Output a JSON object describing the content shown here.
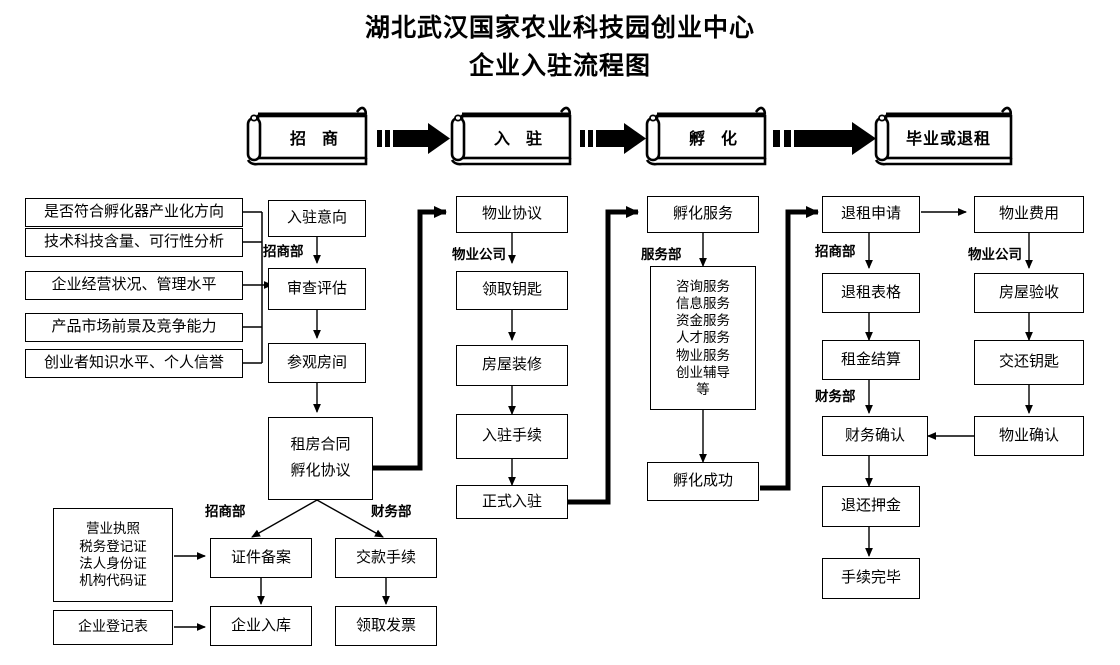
{
  "title": {
    "line1": "湖北武汉国家农业科技园创业中心",
    "line2": "企业入驻流程图"
  },
  "banners": [
    {
      "label": "招  商",
      "name": "banner-recruitment"
    },
    {
      "label": "入  驻",
      "name": "banner-settle-in"
    },
    {
      "label": "孵  化",
      "name": "banner-incubation"
    },
    {
      "label": "毕业或退租",
      "name": "banner-graduate-or-exit"
    }
  ],
  "criteria": {
    "items": [
      "是否符合孵化器产业化方向",
      "技术科技含量、可行性分析",
      "企业经营状况、管理水平",
      "产品市场前景及竞争能力",
      "创业者知识水平、个人信誉"
    ]
  },
  "columns": [
    {
      "name": "recruitment-column",
      "dept": "招商部",
      "steps": [
        "入驻意向",
        "审查评估",
        "参观房间"
      ],
      "contract": [
        "租房合同",
        "孵化协议"
      ]
    },
    {
      "name": "property-column",
      "dept": "物业公司",
      "steps": [
        "物业协议",
        "领取钥匙",
        "房屋装修",
        "入驻手续",
        "正式入驻"
      ]
    },
    {
      "name": "service-column",
      "dept": "服务部",
      "head": "孵化服务",
      "services": [
        "咨询服务",
        "信息服务",
        "资金服务",
        "人才服务",
        "物业服务",
        "创业辅导",
        "等"
      ],
      "tail": "孵化成功"
    },
    {
      "name": "exit-column",
      "dept1": "招商部",
      "dept2": "财务部",
      "steps": [
        "退租申请",
        "退租表格",
        "租金结算",
        "财务确认",
        "退还押金",
        "手续完毕"
      ]
    },
    {
      "name": "property-exit-column",
      "dept": "物业公司",
      "steps": [
        "物业费用",
        "房屋验收",
        "交还钥匙",
        "物业确认"
      ]
    }
  ],
  "bottom": {
    "documents": [
      "营业执照",
      "税务登记证",
      "法人身份证",
      "机构代码证"
    ],
    "registration_form": "企业登记表",
    "dept_left": "招商部",
    "dept_right": "财务部",
    "left_steps": [
      "证件备案",
      "企业入库"
    ],
    "right_steps": [
      "交款手续",
      "领取发票"
    ]
  },
  "colors": {
    "line": "#000000",
    "background": "#ffffff"
  }
}
